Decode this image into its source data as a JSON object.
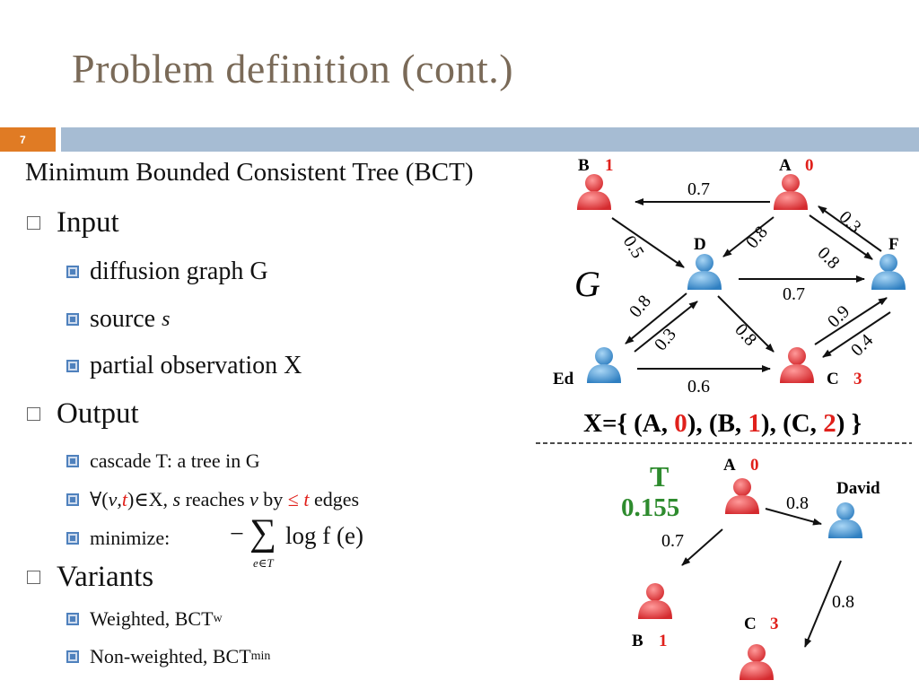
{
  "slide": {
    "title": "Problem definition (cont.)",
    "number": "7",
    "heading": "Minimum Bounded Consistent Tree (BCT)",
    "input_label": "Input",
    "input_items": [
      "diffusion graph G",
      "source",
      "partial observation X"
    ],
    "source_var": "s",
    "output_label": "Output",
    "output_cascade": "cascade T:  a tree in G",
    "output_reach": {
      "forall": "∀(",
      "v": "v",
      "comma": ", ",
      "t": "t",
      "in_x": ")∈X,",
      "s": "s",
      "reaches": "reaches",
      "v2": "v",
      "by": "by",
      "leq": "≤",
      "t2": "t",
      "edges": "edges"
    },
    "output_minimize": "minimize:",
    "formula": {
      "minus": "−",
      "sigma": "∑",
      "expr": "log f (e)",
      "sub": "e∈T"
    },
    "variants_label": "Variants",
    "variant_weighted": "Weighted, BCT",
    "variant_weighted_sub": "w",
    "variant_nonweighted": "Non-weighted, BCT",
    "variant_nonweighted_sub": "min"
  },
  "graph": {
    "label_G": "G",
    "nodes": {
      "B": {
        "name": "B",
        "value": "1",
        "color": "red"
      },
      "A": {
        "name": "A",
        "value": "0",
        "color": "red"
      },
      "D": {
        "name": "D",
        "color": "blue"
      },
      "F": {
        "name": "F",
        "color": "blue"
      },
      "Ed": {
        "name": "Ed",
        "color": "blue"
      },
      "C": {
        "name": "C",
        "value": "3",
        "color": "red"
      }
    },
    "edge_weights": {
      "A_B": "0.7",
      "B_D": "0.5",
      "A_D": "0.8",
      "A_F": "0.3",
      "F_A": "0.8",
      "D_F": "0.7",
      "D_Ed": "0.8",
      "Ed_D": "0.3",
      "D_C": "0.8",
      "C_F": "0.9",
      "F_C": "0.4",
      "Ed_C": "0.6"
    },
    "observation": {
      "prefix": "X={ (A, ",
      "a_time": "0",
      "mid1": "), (B, ",
      "b_time": "1",
      "mid2": "), (C, ",
      "c_time": "2",
      "suffix": ") }"
    }
  },
  "tree": {
    "label_T": "T",
    "score": "0.155",
    "nodes": {
      "A": {
        "name": "A",
        "value": "0"
      },
      "David": {
        "name": "David"
      },
      "B": {
        "name": "B",
        "value": "1"
      },
      "C": {
        "name": "C",
        "value": "3"
      }
    },
    "edge_weights": {
      "A_David": "0.8",
      "A_B": "0.7",
      "David_C": "0.8"
    }
  },
  "colors": {
    "title": "#7a6a58",
    "accent_orange": "#e07b24",
    "band_blue": "#a6bcd3",
    "red_value": "#e0201b",
    "green_T": "#2e8b2e",
    "person_red": "#e0383b",
    "person_blue": "#3f8fcf"
  }
}
